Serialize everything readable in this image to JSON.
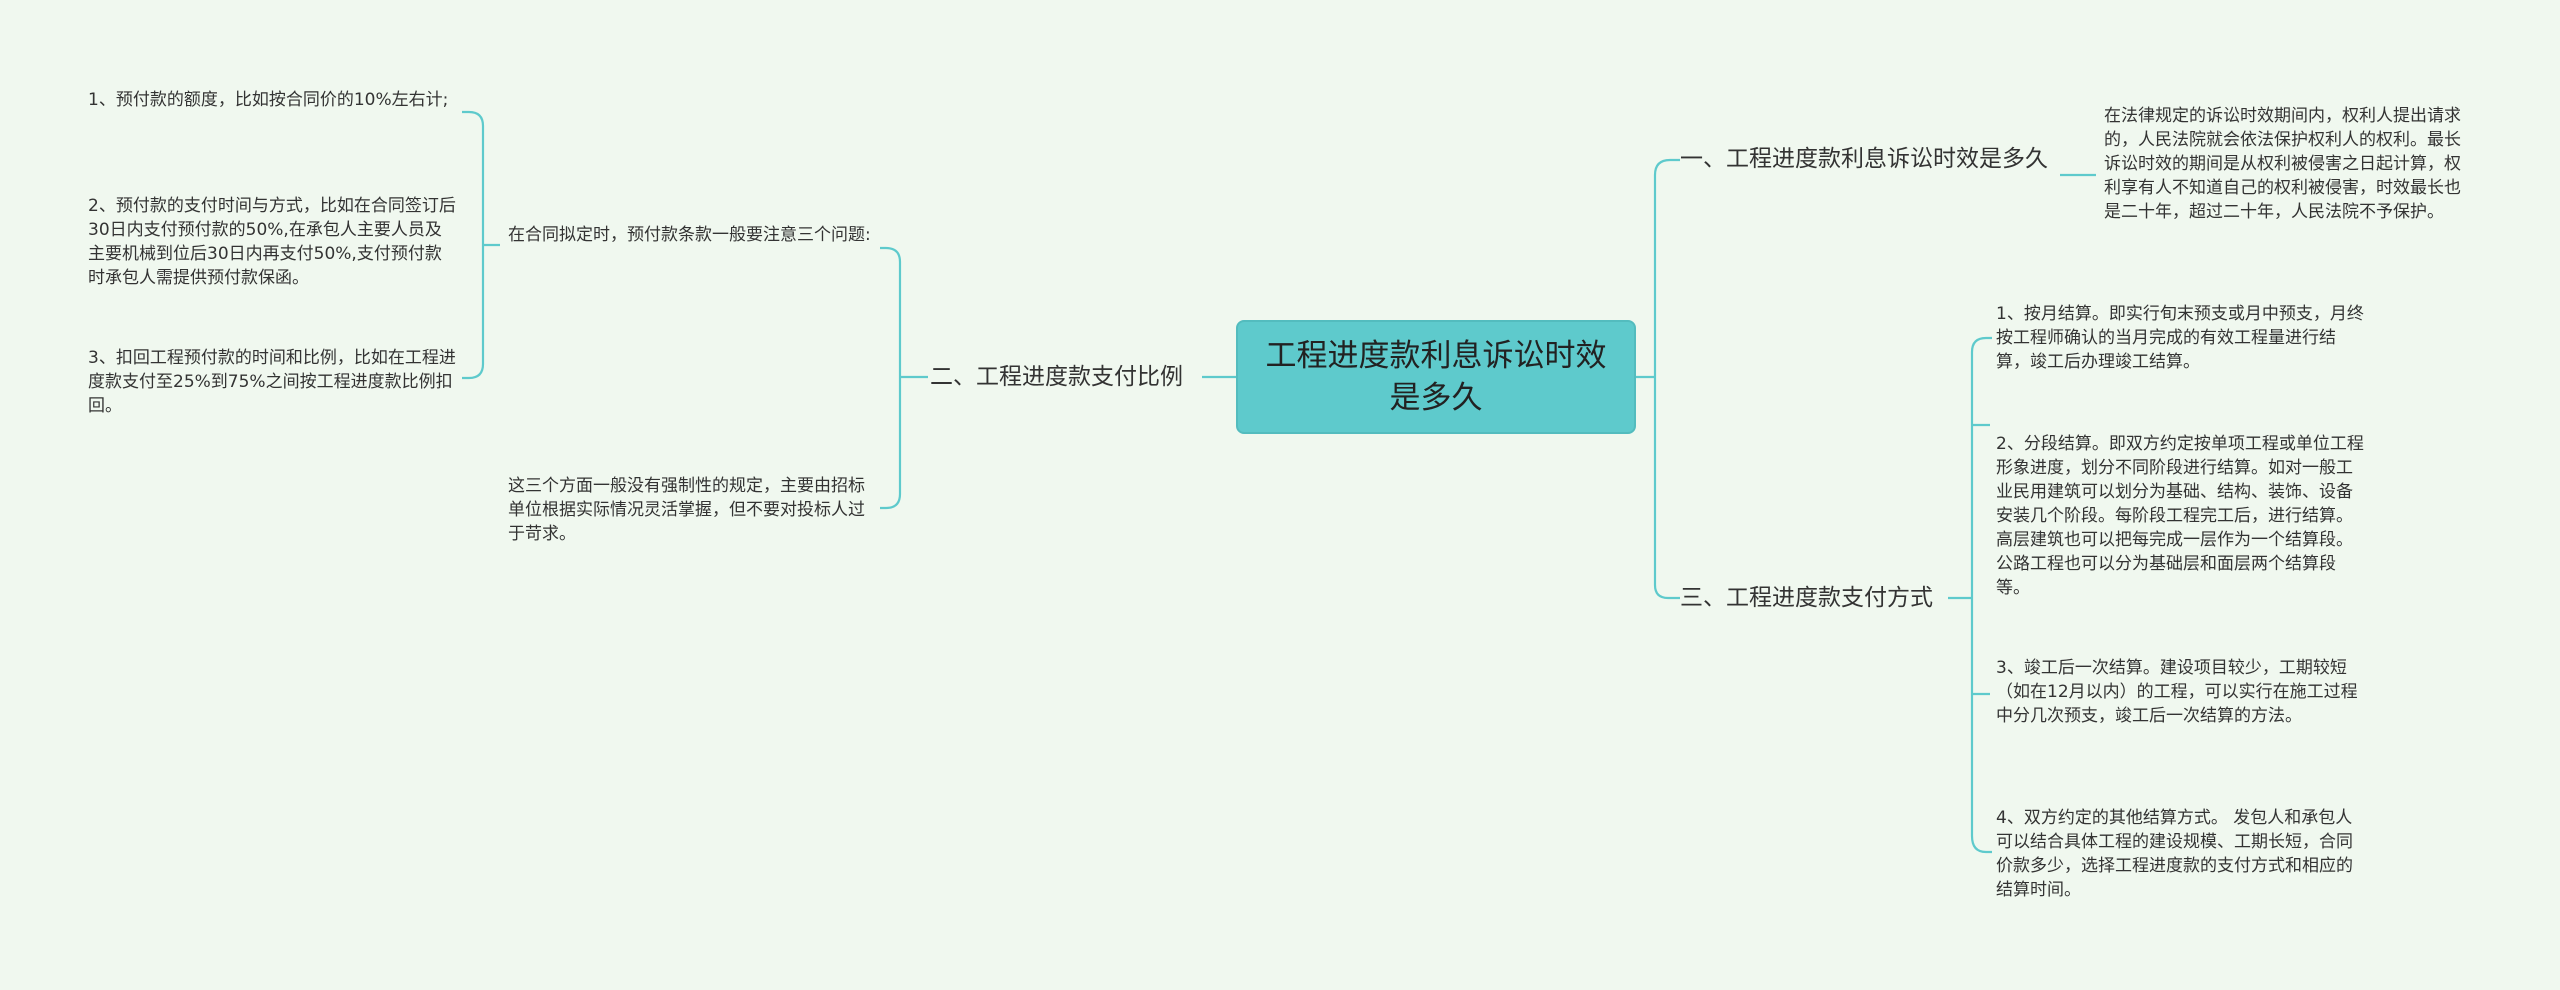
{
  "center": "工程进度款利息诉讼时效是多久",
  "branches": {
    "b1": "一、工程进度款利息诉讼时效是多久",
    "b2": "二、工程进度款支付比例",
    "b3": "三、工程进度款支付方式"
  },
  "b1_leaf": "在法律规定的诉讼时效期间内，权利人提出请求的，人民法院就会依法保护权利人的权利。最长诉讼时效的期间是从权利被侵害之日起计算，权利享有人不知道自己的权利被侵害，时效最长也是二十年，超过二十年，人民法院不予保护。",
  "b2_mid": {
    "m1": "在合同拟定时，预付款条款一般要注意三个问题:",
    "m2": "这三个方面一般没有强制性的规定，主要由招标单位根据实际情况灵活掌握，但不要对投标人过于苛求。"
  },
  "b2_leaves": {
    "l1": "1、预付款的额度，比如按合同价的10%左右计;",
    "l2": "2、预付款的支付时间与方式，比如在合同签订后30日内支付预付款的50%,在承包人主要人员及主要机械到位后30日内再支付50%,支付预付款时承包人需提供预付款保函。",
    "l3": "3、扣回工程预付款的时间和比例，比如在工程进度款支付至25%到75%之间按工程进度款比例扣回。"
  },
  "b3_leaves": {
    "l1": "1、按月结算。即实行旬末预支或月中预支，月终按工程师确认的当月完成的有效工程量进行结算，竣工后办理竣工结算。",
    "l2": "2、分段结算。即双方约定按单项工程或单位工程形象进度，划分不同阶段进行结算。如对一般工业民用建筑可以划分为基础、结构、装饰、设备安装几个阶段。每阶段工程完工后，进行结算。高层建筑也可以把每完成一层作为一个结算段。公路工程也可以分为基础层和面层两个结算段等。",
    "l3": "3、竣工后一次结算。建设项目较少，工期较短（如在12月以内）的工程，可以实行在施工过程中分几次预支，竣工后一次结算的方法。",
    "l4": "4、双方约定的其他结算方式。 发包人和承包人可以结合具体工程的建设规模、工期长短，合同价款多少，选择工程进度款的支付方式和相应的结算时间。"
  },
  "colors": {
    "line": "#5ecacc",
    "center_fill": "#5ecacc",
    "background": "#f0f8ef"
  }
}
